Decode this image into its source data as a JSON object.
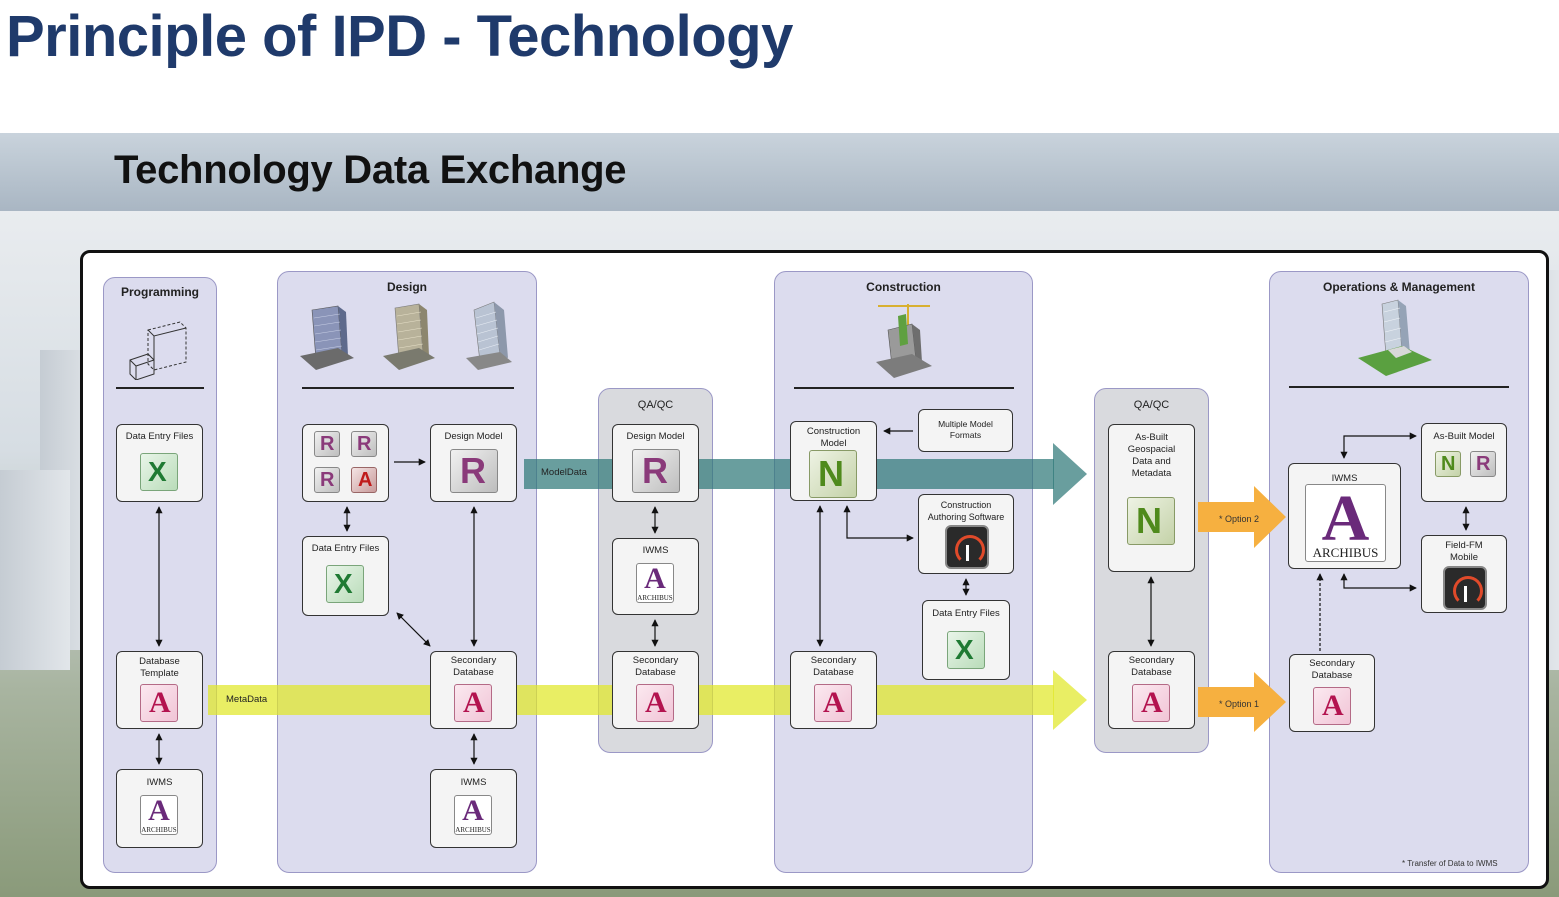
{
  "slide_title": "Principle of IPD - Technology",
  "section_title": "Technology Data Exchange",
  "lanes": {
    "programming": "Programming",
    "design": "Design",
    "qa1": "QA/QC",
    "construction": "Construction",
    "qa2": "QA/QC",
    "operations": "Operations & Management"
  },
  "programming": {
    "data_entry": "Data Entry Files",
    "db_template": "Database Template",
    "iwms": "IWMS"
  },
  "design": {
    "design_model": "Design Model",
    "data_entry": "Data Entry Files",
    "secondary_db": "Secondary Database",
    "iwms": "IWMS"
  },
  "qa1": {
    "design_model": "Design Model",
    "iwms": "IWMS",
    "secondary_db": "Secondary Database"
  },
  "construction": {
    "construction_model": "Construction Model",
    "multiple_formats": "Multiple Model Formats",
    "authoring": "Construction Authoring Software",
    "data_entry": "Data Entry Files",
    "secondary_db": "Secondary Database"
  },
  "qa2": {
    "as_built": "As-Built Geospacial Data and Metadata",
    "secondary_db": "Secondary Database"
  },
  "operations": {
    "iwms": "IWMS",
    "as_built_model": "As-Built Model",
    "field_fm": "Field-FM Mobile",
    "secondary_db": "Secondary Database",
    "footnote": "* Transfer of Data to IWMS"
  },
  "flows": {
    "model_data": "ModelData",
    "meta_data": "MetaData",
    "option2": "* Option 2",
    "option1": "* Option 1"
  },
  "icons": {
    "archibus_letter": "A",
    "archibus_word": "ARCHIBUS",
    "nav_sub": "M"
  },
  "colors": {
    "title": "#1f3a6b",
    "lane_fill": "#dcdcee",
    "lane_border": "#9b98c6",
    "model_flow": "#2f7878",
    "meta_flow": "#e1e828",
    "option_arrow": "#f6b040"
  }
}
